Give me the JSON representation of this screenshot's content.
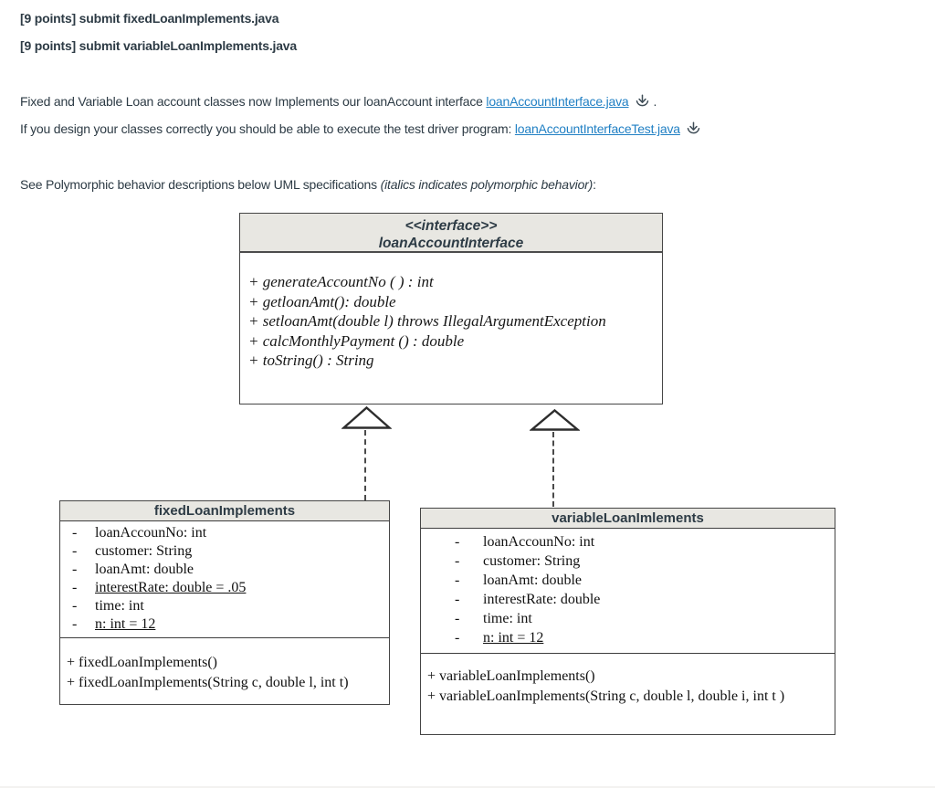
{
  "colors": {
    "text": "#2d3b45",
    "link": "#2180c4",
    "uml_border": "#454545",
    "uml_header_fill": "#e8e7e2",
    "download_icon": "#3f4d57"
  },
  "icons": {
    "download": "down-arrow-with-tray"
  },
  "content": {
    "line1": "[9 points] submit fixedLoanImplements.java",
    "line2": "[9 points] submit variableLoanImplements.java",
    "para1": {
      "prefix": "Fixed and Variable Loan account classes now Implements our loanAccount interface ",
      "link": "loanAccountInterface.java",
      "period": "."
    },
    "para2": {
      "prefix": "If you design your classes correctly you should be able to execute the test driver program: ",
      "link": "loanAccountInterfaceTest.java"
    },
    "para3": {
      "prefix": "See Polymorphic behavior descriptions below UML specifications ",
      "italic": "(italics indicates polymorphic behavior)",
      "colon": ":"
    }
  },
  "uml": {
    "interface": {
      "stereotype": "<<interface>>",
      "name": "loanAccountInterface",
      "methods": [
        "+ generateAccountNo ( ) : int",
        "+ getloanAmt(): double",
        "+ setloanAmt(double l) throws IllegalArgumentException",
        "+ calcMonthlyPayment () : double",
        "+ toString() : String"
      ]
    },
    "fixed": {
      "name": "fixedLoanImplements",
      "attributes": [
        {
          "text": "loanAccounNo: int",
          "underline": false
        },
        {
          "text": "customer: String",
          "underline": false
        },
        {
          "text": "loanAmt: double",
          "underline": false
        },
        {
          "text": "interestRate: double = .05",
          "underline": true
        },
        {
          "text": "time: int",
          "underline": false
        },
        {
          "text": "n: int = 12",
          "underline": true
        }
      ],
      "methods": [
        "+ fixedLoanImplements()",
        "+ fixedLoanImplements(String c, double l, int t)"
      ]
    },
    "variable": {
      "name": "variableLoanImlements",
      "attributes": [
        {
          "text": "loanAccounNo: int",
          "underline": false
        },
        {
          "text": "customer: String",
          "underline": false
        },
        {
          "text": "loanAmt: double",
          "underline": false
        },
        {
          "text": "interestRate: double",
          "underline": false
        },
        {
          "text": "time: int",
          "underline": false
        },
        {
          "text": "n: int = 12",
          "underline": true
        }
      ],
      "methods": [
        "+ variableLoanImplements()",
        "+ variableLoanImplements(String c, double l, double i, int t )"
      ]
    },
    "attribute_bullet": "-"
  }
}
